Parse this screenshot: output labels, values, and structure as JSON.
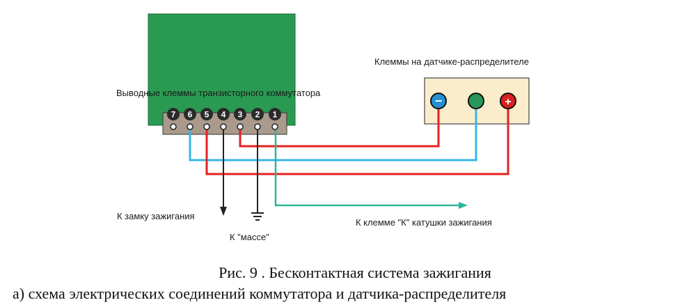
{
  "labels": {
    "commutator_terminals": "Выводные клеммы транзисторного коммутатора",
    "sensor_terminals": "Клеммы на датчике-распределителе",
    "to_ignition_lock": "К замку зажигания",
    "to_ground": "К \"массе\"",
    "to_coil_terminal": "К клемме \"К\" катушки зажигания"
  },
  "terminals": [
    "7",
    "6",
    "5",
    "4",
    "3",
    "2",
    "1"
  ],
  "sensor_signs": {
    "left": "−",
    "middle": "",
    "right": "+"
  },
  "caption": {
    "line1": "Рис. 9 . Бесконтактная система зажигания",
    "line2": "а) схема электрических соединений коммутатора и датчика-распределителя"
  },
  "colors": {
    "commutator_body": "#2a9a52",
    "terminal_block": "#a99a8c",
    "sensor_box": "#fbeccb",
    "wire_red": "#e42020",
    "wire_blue": "#38b6e6",
    "wire_teal": "#2bb59a",
    "wire_black": "#222222",
    "sensor_minus": "#2590d4",
    "sensor_middle": "#27975a",
    "sensor_plus": "#d82020"
  }
}
